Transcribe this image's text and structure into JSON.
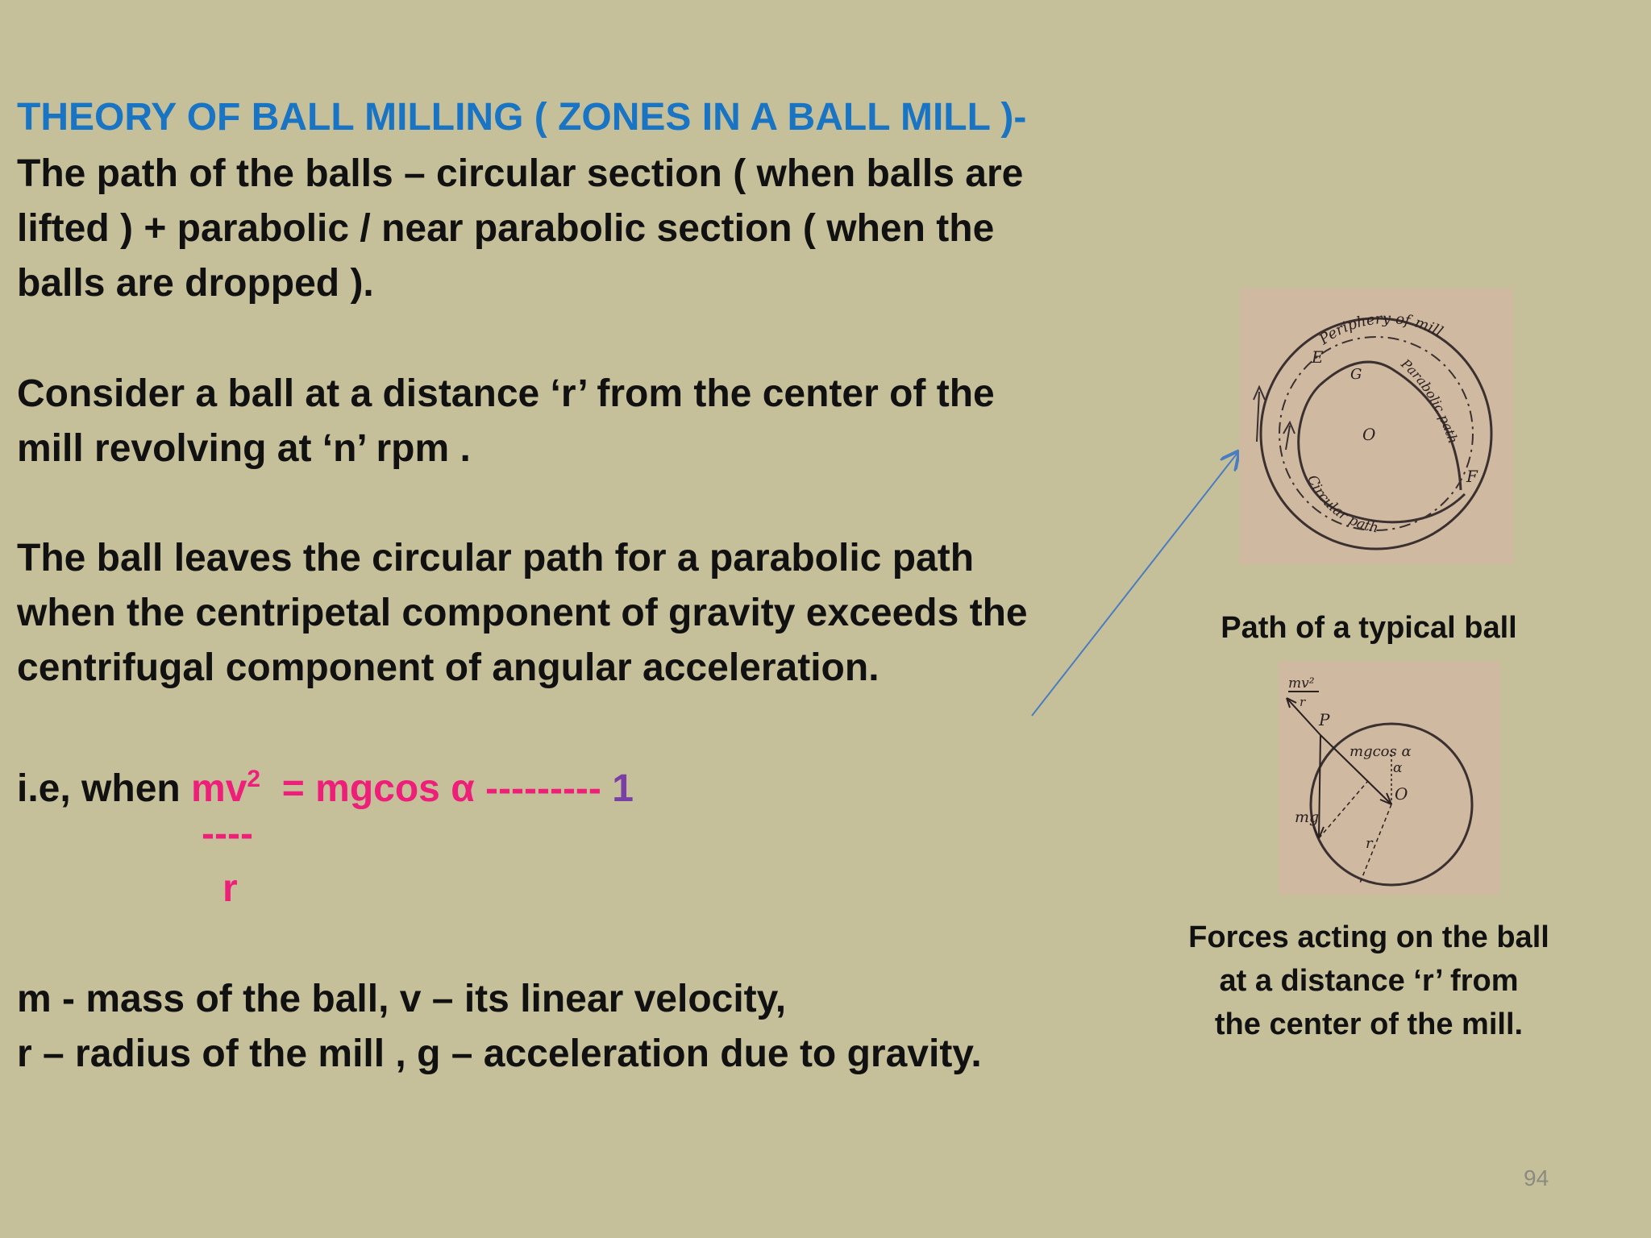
{
  "slide": {
    "title": "THEORY OF BALL MILLING ( ZONES IN A BALL MILL )-",
    "intro_lines": [
      "The path of the balls – circular section ( when balls are",
      "lifted )  + parabolic / near parabolic section ( when the",
      "balls are dropped )."
    ],
    "consider_lines": [
      "Consider a ball at a distance ‘r’ from the center of the",
      "mill revolving at ‘n’ rpm ."
    ],
    "leaves_lines": [
      "The ball leaves the circular path for a parabolic path",
      "when the centripetal component of gravity exceeds the",
      "centrifugal component of angular acceleration."
    ],
    "equation": {
      "prefix": "i.e, when ",
      "numerator": "mv",
      "exponent": "2",
      "rhs": "  = mgcos α --------- ",
      "number": "1",
      "divider": "----",
      "denominator": "r"
    },
    "definitions": [
      "m  - mass of the ball, v –  its linear velocity,",
      "r – radius of the mill , g – acceleration due to gravity."
    ],
    "figure1": {
      "label_periphery": "Periphery of mill",
      "label_parabolic": "Parabolic path",
      "label_circular": "Circular path",
      "label_E": "E",
      "label_G": "G",
      "label_O": "O",
      "label_F": "F",
      "caption": "Path of a typical ball"
    },
    "figure2": {
      "label_mv2": "mv²",
      "label_r_top": "r",
      "label_P": "P",
      "label_mgcos": "mgcos α",
      "label_alpha": "α",
      "label_O": "O",
      "label_mg": "mg",
      "label_r": "r",
      "caption_lines": [
        "Forces acting on the ball",
        "at a distance ‘r’ from",
        "the center of the mill."
      ]
    },
    "page_number": "94",
    "colors": {
      "background": "#c6c09a",
      "title": "#1a74c4",
      "equation": "#ee1f79",
      "equation_number": "#7a3fa5",
      "pointer_line": "#4a7cc0"
    }
  }
}
